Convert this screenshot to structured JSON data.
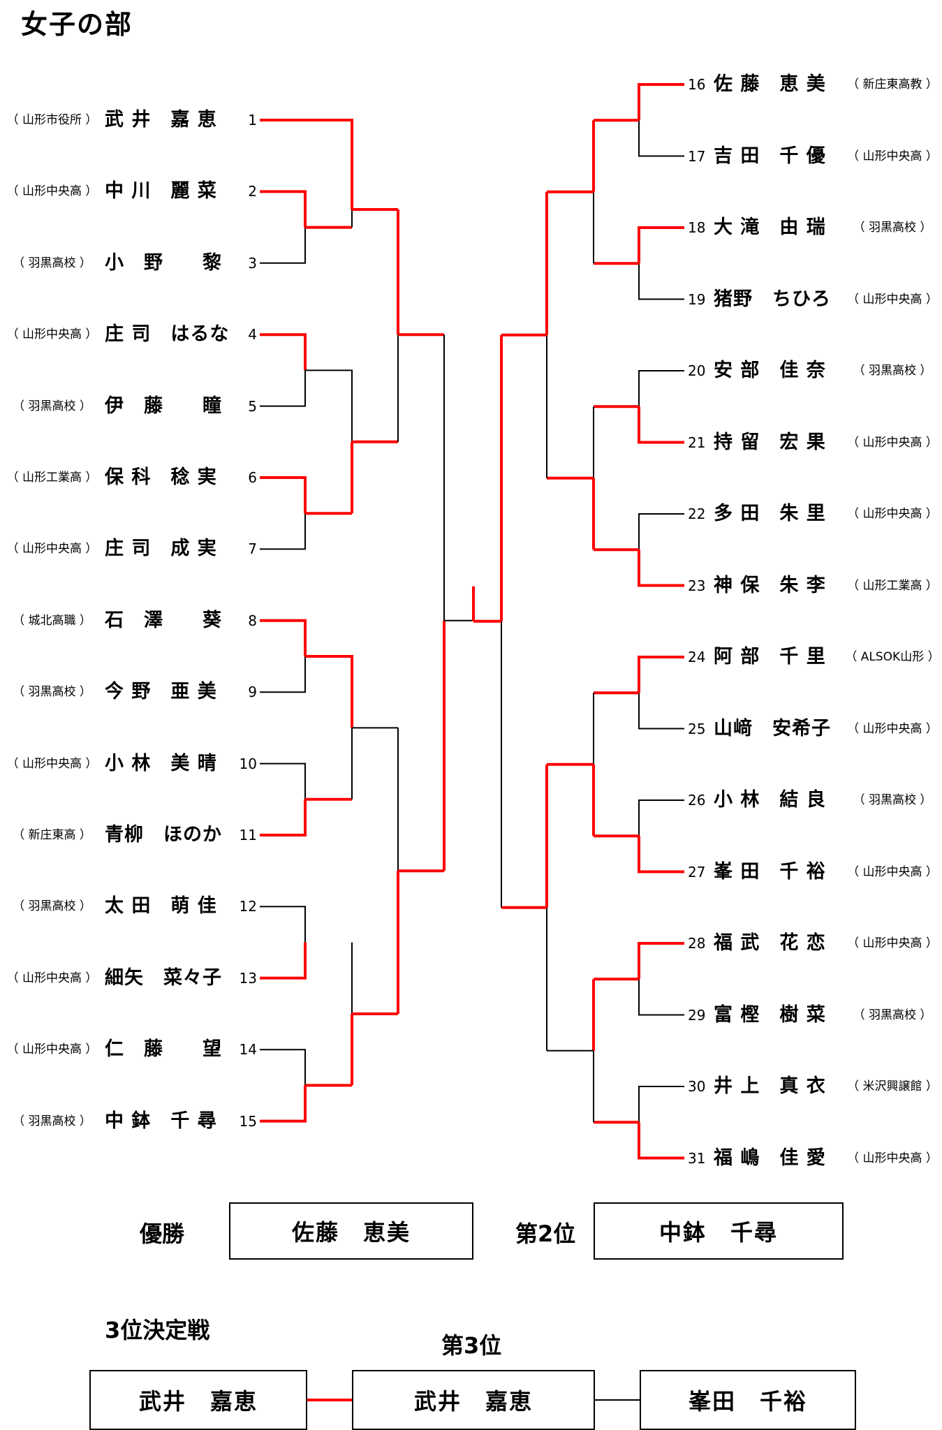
{
  "title": "女子の部",
  "left_entries": [
    {
      "no": "1",
      "name": "武 井　嘉 恵",
      "aff": "（ 山形市役所 ）"
    },
    {
      "no": "2",
      "name": "中 川　麗 菜",
      "aff": "（ 山形中央高 ）"
    },
    {
      "no": "3",
      "name": "小　野　　黎",
      "aff": "（ 羽黒高校 ）"
    },
    {
      "no": "4",
      "name": "庄 司　はるな",
      "aff": "（ 山形中央高 ）"
    },
    {
      "no": "5",
      "name": "伊　藤　　瞳",
      "aff": "（ 羽黒高校 ）"
    },
    {
      "no": "6",
      "name": "保 科　稔 実",
      "aff": "（ 山形工業高 ）"
    },
    {
      "no": "7",
      "name": "庄 司　成 実",
      "aff": "（ 山形中央高 ）"
    },
    {
      "no": "8",
      "name": "石　澤　　葵",
      "aff": "（ 城北高職 ）"
    },
    {
      "no": "9",
      "name": "今 野　亜 美",
      "aff": "（ 羽黒高校 ）"
    },
    {
      "no": "10",
      "name": "小 林　美 晴",
      "aff": "（ 山形中央高 ）"
    },
    {
      "no": "11",
      "name": "青柳　ほのか",
      "aff": "（ 新庄東高 ）"
    },
    {
      "no": "12",
      "name": "太 田　萌 佳",
      "aff": "（ 羽黒高校 ）"
    },
    {
      "no": "13",
      "name": "細矢　菜々子",
      "aff": "（ 山形中央高 ）"
    },
    {
      "no": "14",
      "name": "仁　藤　　望",
      "aff": "（ 山形中央高 ）"
    },
    {
      "no": "15",
      "name": "中 鉢　千 尋",
      "aff": "（ 羽黒高校 ）"
    }
  ],
  "right_entries": [
    {
      "no": "16",
      "name": "佐 藤　恵 美",
      "aff": "（ 新庄東高教 ）"
    },
    {
      "no": "17",
      "name": "吉 田　千 優",
      "aff": "（ 山形中央高 ）"
    },
    {
      "no": "18",
      "name": "大 滝　由 瑞",
      "aff": "（ 羽黒高校 ）"
    },
    {
      "no": "19",
      "name": "猪野　ちひろ",
      "aff": "（ 山形中央高 ）"
    },
    {
      "no": "20",
      "name": "安 部　佳 奈",
      "aff": "（ 羽黒高校 ）"
    },
    {
      "no": "21",
      "name": "持 留　宏 果",
      "aff": "（ 山形中央高 ）"
    },
    {
      "no": "22",
      "name": "多 田　朱 里",
      "aff": "（ 山形中央高 ）"
    },
    {
      "no": "23",
      "name": "神 保　朱 李",
      "aff": "（ 山形工業高 ）"
    },
    {
      "no": "24",
      "name": "阿 部　千 里",
      "aff": "（ ALSOK山形 ）"
    },
    {
      "no": "25",
      "name": "山﨑　安希子",
      "aff": "（ 山形中央高 ）"
    },
    {
      "no": "26",
      "name": "小 林　結 良",
      "aff": "（ 羽黒高校 ）"
    },
    {
      "no": "27",
      "name": "峯 田　千 裕",
      "aff": "（ 山形中央高 ）"
    },
    {
      "no": "28",
      "name": "福 武　花 恋",
      "aff": "（ 山形中央高 ）"
    },
    {
      "no": "29",
      "name": "富 樫　樹 菜",
      "aff": "（ 羽黒高校 ）"
    },
    {
      "no": "30",
      "name": "井 上　真 衣",
      "aff": "（ 米沢興譲館 ）"
    },
    {
      "no": "31",
      "name": "福 嶋　佳 愛",
      "aff": "（ 山形中央高 ）"
    }
  ],
  "results": {
    "winner_label": "優勝",
    "winner": "佐藤　恵美",
    "second_label": "第2位",
    "second": "中鉢　千尋"
  },
  "third_place": {
    "heading": "3位決定戦",
    "result_label": "第3位",
    "left": "武井　嘉恵",
    "winner": "武井　嘉恵",
    "right": "峯田　千裕"
  },
  "colors": {
    "win": "#ff0000",
    "line": "#000000"
  }
}
